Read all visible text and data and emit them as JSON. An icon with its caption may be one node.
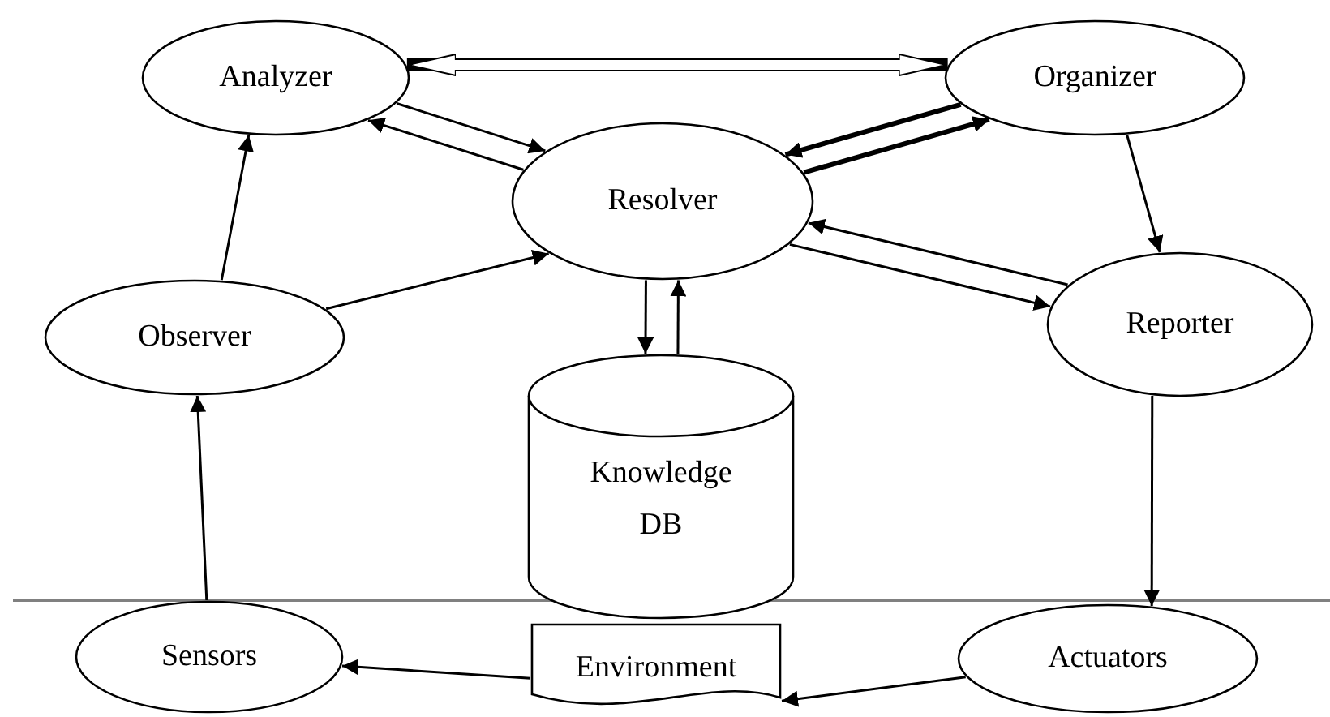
{
  "diagram": {
    "nodes": [
      {
        "text": [
          "Analyzer"
        ]
      },
      {
        "text": [
          "Organizer"
        ]
      },
      {
        "text": [
          "Resolver"
        ]
      },
      {
        "text": [
          "Observer"
        ]
      },
      {
        "text": [
          "Reporter"
        ]
      },
      {
        "text": [
          "Knowledge DB"
        ]
      },
      {
        "text": [
          "Sensors"
        ]
      },
      {
        "text": [
          "Environment"
        ]
      },
      {
        "text": [
          "Actuators"
        ]
      }
    ],
    "edges": [
      {
        "from": 0,
        "to": 1,
        "arrow": "both",
        "style": "thick"
      },
      {
        "from": 0,
        "to": 2,
        "arrow": "to"
      },
      {
        "from": 2,
        "to": 0,
        "arrow": "to"
      },
      {
        "from": 1,
        "to": 2,
        "arrow": "to",
        "style": "thick"
      },
      {
        "from": 2,
        "to": 1,
        "arrow": "to",
        "style": "thick"
      },
      {
        "from": 1,
        "to": 4,
        "arrow": "to"
      },
      {
        "from": 2,
        "to": 4,
        "arrow": "to"
      },
      {
        "from": 4,
        "to": 2,
        "arrow": "to"
      },
      {
        "from": 3,
        "to": 2,
        "arrow": "to"
      },
      {
        "from": 3,
        "to": 0,
        "arrow": "to"
      },
      {
        "from": 2,
        "to": 5,
        "arrow": "to"
      },
      {
        "from": 5,
        "to": 2,
        "arrow": "to"
      },
      {
        "from": 4,
        "to": 8,
        "arrow": "to"
      },
      {
        "from": 6,
        "to": 3,
        "arrow": "to"
      },
      {
        "from": 7,
        "to": 6,
        "arrow": "to"
      },
      {
        "from": 8,
        "to": 7,
        "arrow": "to"
      }
    ]
  }
}
